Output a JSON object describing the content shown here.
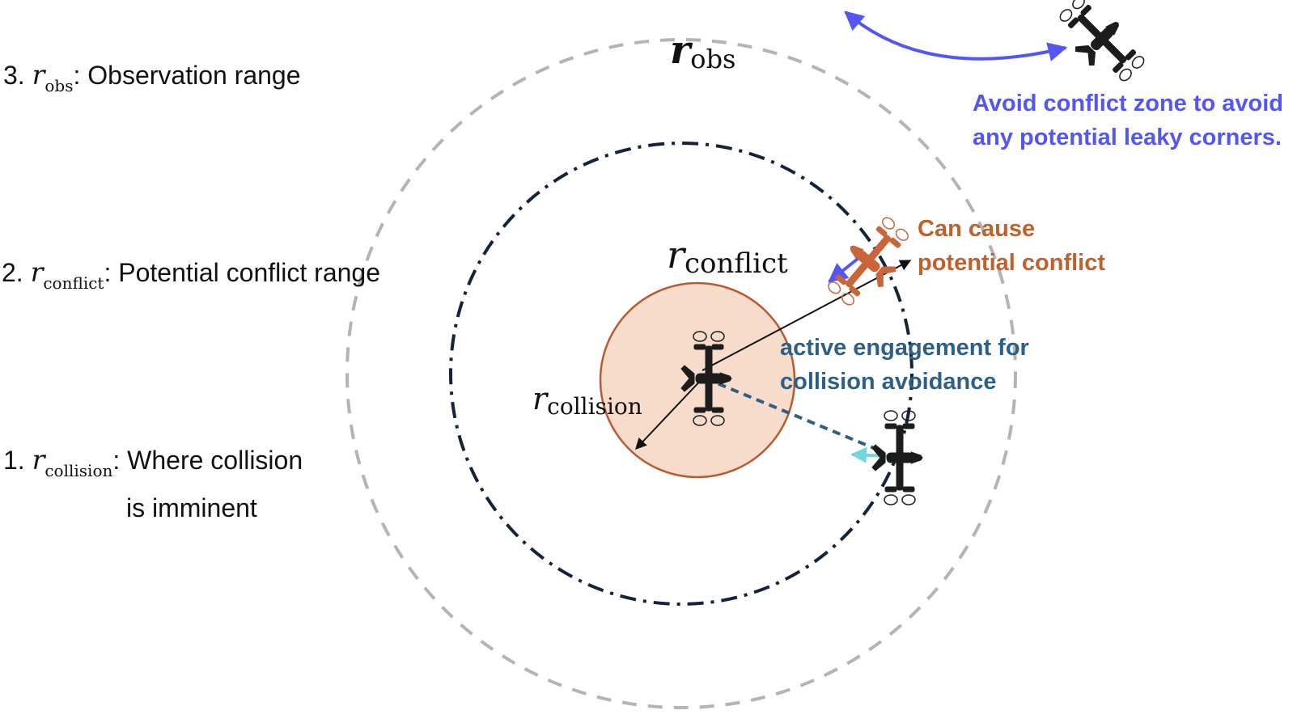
{
  "legend": {
    "obs": {
      "number": "3.",
      "symbol": "r",
      "subscript": "obs",
      "text": ": Observation range"
    },
    "conflict": {
      "number": "2.",
      "symbol": "r",
      "subscript": "conflict",
      "text": ": Potential conflict range"
    },
    "collision": {
      "number": "1.",
      "symbol": "r",
      "subscript": "collision",
      "text": ": Where collision",
      "text2": "is imminent"
    }
  },
  "radius_labels": {
    "obs": {
      "symbol": "r",
      "subscript": "obs"
    },
    "conflict": {
      "symbol": "r",
      "subscript": "conflict"
    },
    "collision": {
      "symbol": "r",
      "subscript": "collision"
    }
  },
  "annotations": {
    "avoid": {
      "line1": "Avoid conflict zone to avoid",
      "line2": "any potential leaky corners.",
      "color": "#5356f5"
    },
    "conflict": {
      "line1": "Can cause",
      "line2": "potential conflict",
      "color": "#c0612b"
    },
    "engagement": {
      "line1": "active engagement for",
      "line2": "collision avoidance",
      "color": "#2e5f86"
    }
  },
  "colors": {
    "obs_ring": "#b4b4b4",
    "conflict_ring": "#14233a",
    "collision_fill": "#f7dccb",
    "collision_stroke": "#b85a2f",
    "drone_dark": "#1c1c1c",
    "drone_orange": "#c8663a",
    "blue_arrow": "#5356f5",
    "cyan_arrow": "#72d6e0",
    "engagement_line": "#2e5f86"
  },
  "icons": [
    "drone-icon"
  ]
}
